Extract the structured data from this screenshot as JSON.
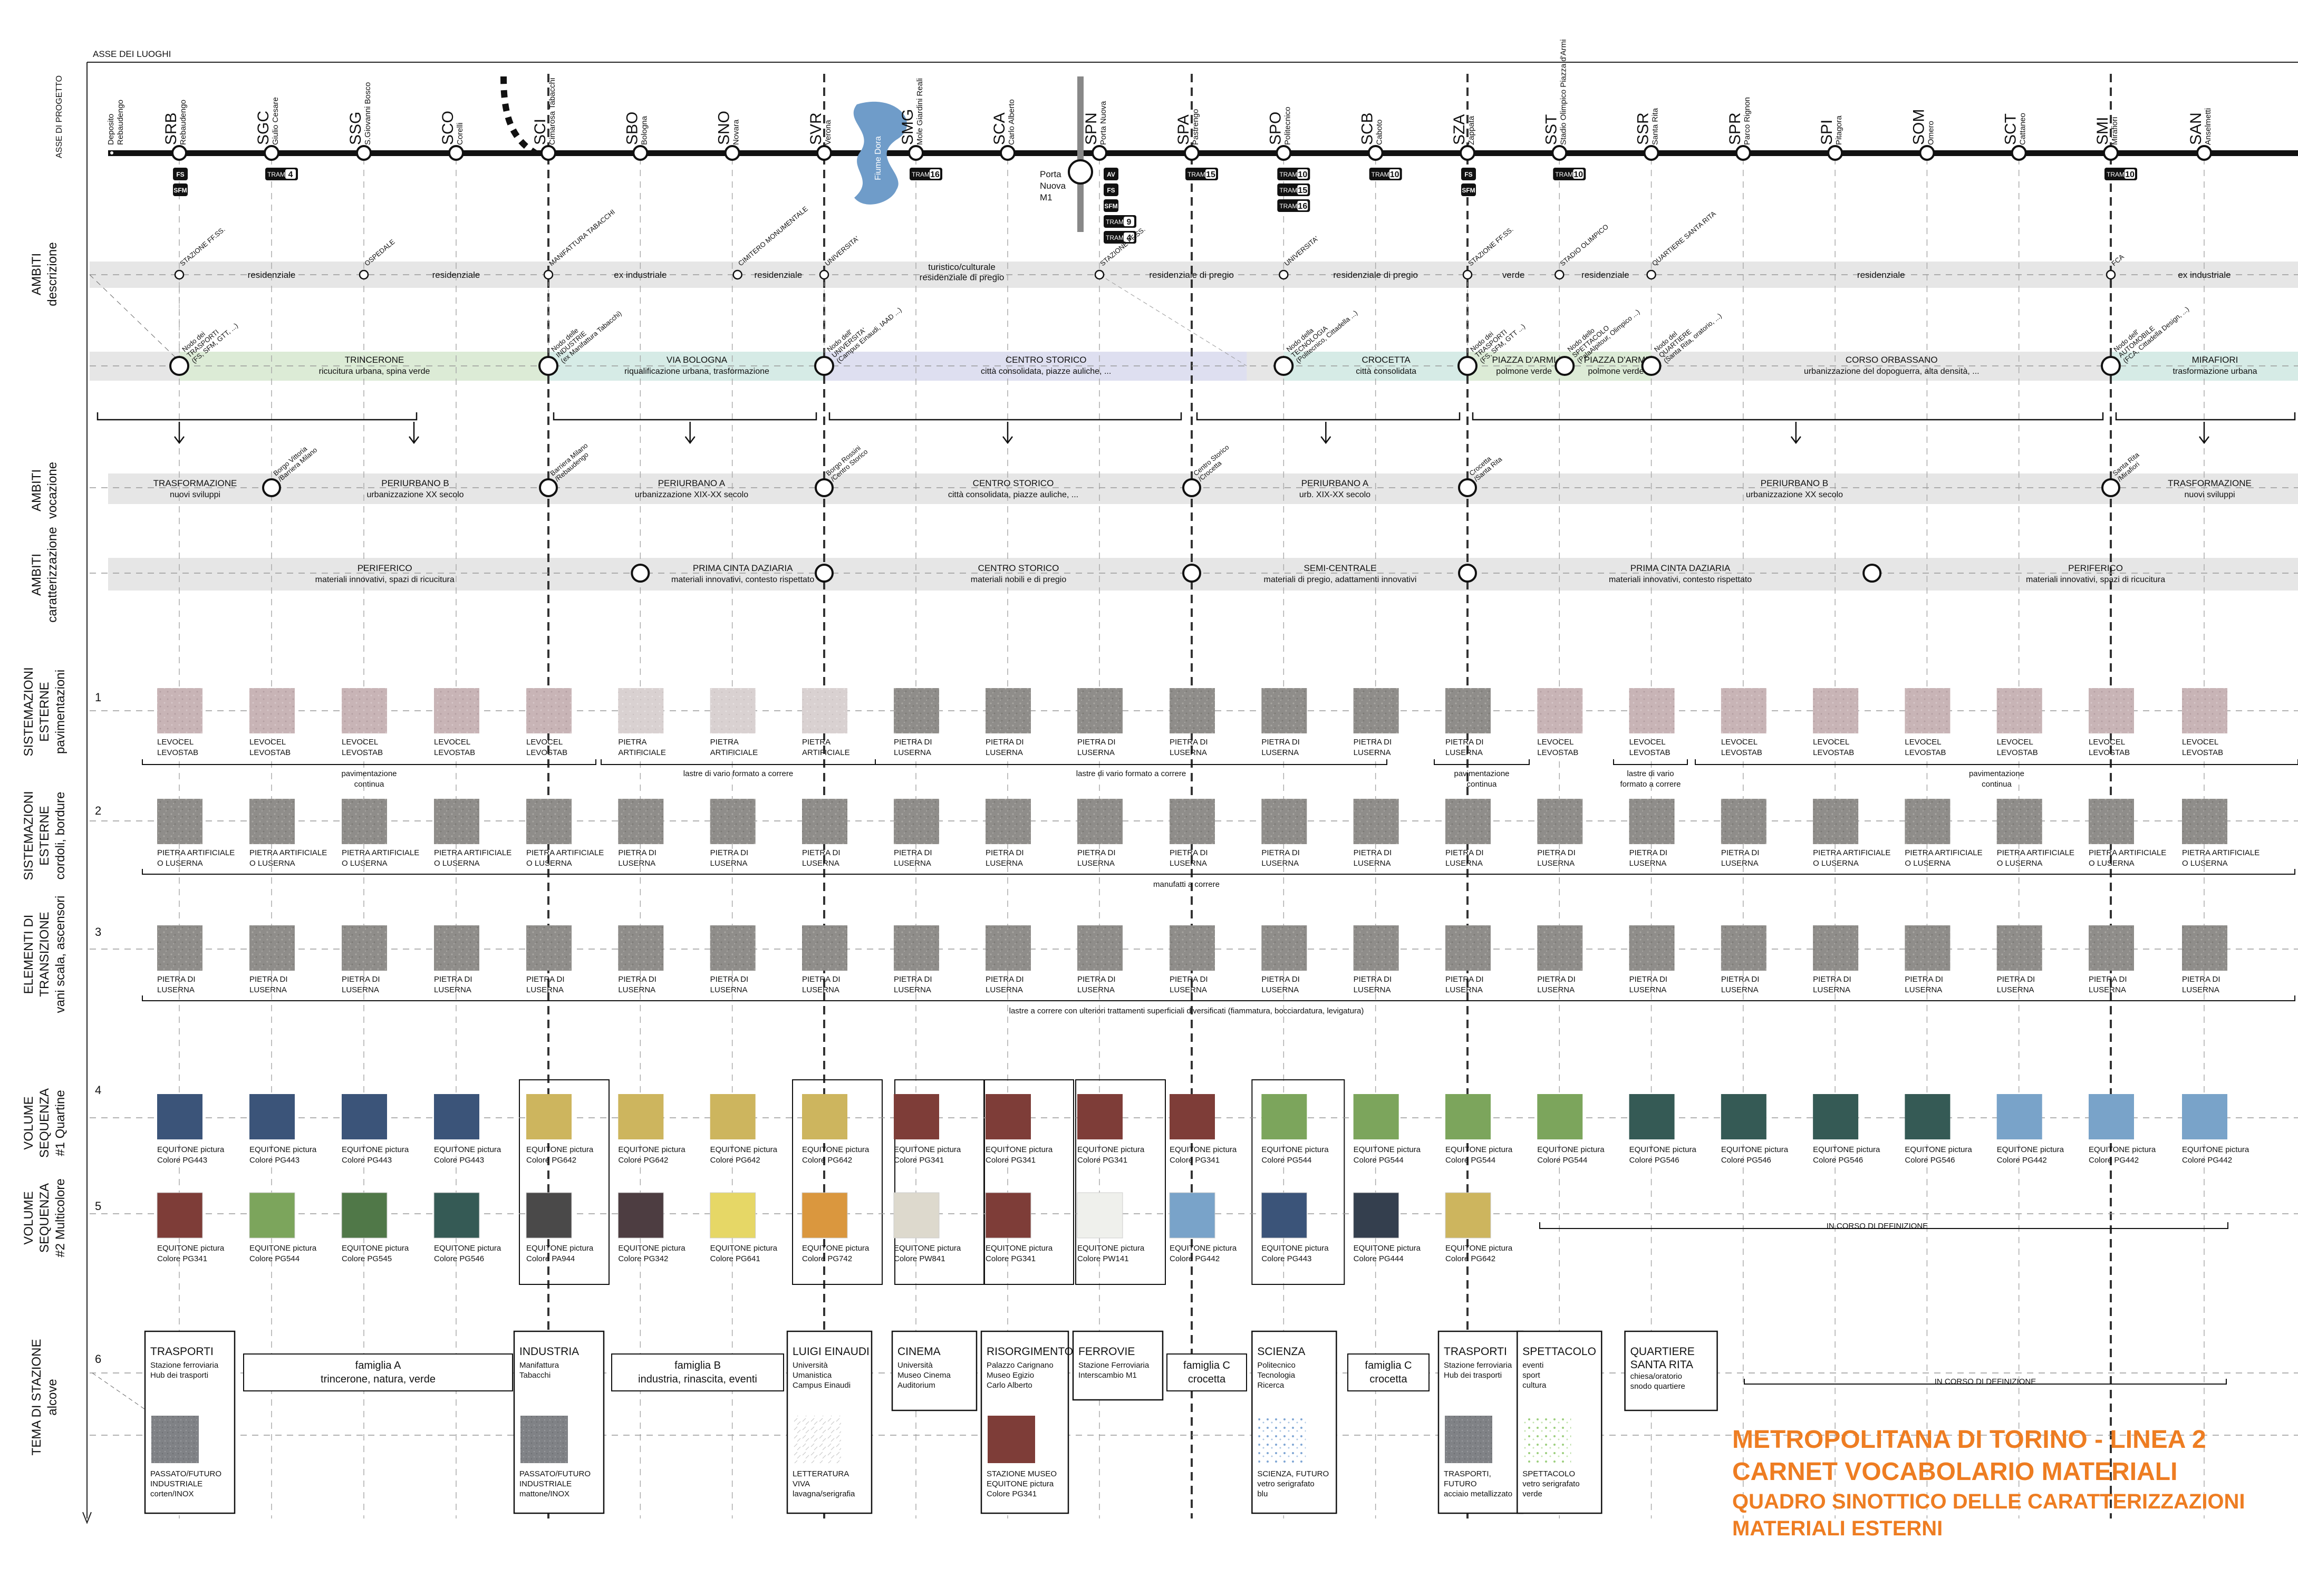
{
  "header_label": "ASSE DEI LUOGHI",
  "axis_label": "ASSE DI PROGETTO",
  "depot": {
    "line1": "Deposito",
    "line2": "Rebaudengo"
  },
  "stations": [
    {
      "code": "SRB",
      "name": "Rebaudengo"
    },
    {
      "code": "SGC",
      "name": "Giulio Cesare"
    },
    {
      "code": "SSG",
      "name": "S.Giovanni Bosco"
    },
    {
      "code": "SCO",
      "name": "Corelli"
    },
    {
      "code": "SCI",
      "name": "Cimarosa Tabacchi"
    },
    {
      "code": "SBO",
      "name": "Bologna"
    },
    {
      "code": "SNO",
      "name": "Novara"
    },
    {
      "code": "SVR",
      "name": "Verona"
    },
    {
      "code": "SMG",
      "name": "Mole Giardini Reali"
    },
    {
      "code": "SCA",
      "name": "Carlo Alberto"
    },
    {
      "code": "SPN",
      "name": "Porta Nuova"
    },
    {
      "code": "SPA",
      "name": "Pastrengo"
    },
    {
      "code": "SPO",
      "name": "Politecnico"
    },
    {
      "code": "SCB",
      "name": "Caboto"
    },
    {
      "code": "SZA",
      "name": "Zappata"
    },
    {
      "code": "SST",
      "name": "Stadio Olimpico Piazza d'Armi"
    },
    {
      "code": "SSR",
      "name": "Santa Rita"
    },
    {
      "code": "SPR",
      "name": "Parco Rignon"
    },
    {
      "code": "SPI",
      "name": "Pitagora"
    },
    {
      "code": "SOM",
      "name": "Omero"
    },
    {
      "code": "SCT",
      "name": "Cattaneo"
    },
    {
      "code": "SMI",
      "name": "Mirafiori"
    },
    {
      "code": "SAN",
      "name": "Anselmetti"
    }
  ],
  "river_label": "Fiume Dora",
  "porta_nuova_m1": "Porta\nNuova\nM1",
  "badges": [
    {
      "station": 0,
      "items": [
        "FS",
        "SFM"
      ]
    },
    {
      "station": 1,
      "items": [
        "TRAM 4"
      ]
    },
    {
      "station": 8,
      "items": [
        "TRAM 16"
      ]
    },
    {
      "station": 10,
      "items": [
        "AV",
        "FS",
        "SFM",
        "TRAM 9",
        "TRAM 4"
      ]
    },
    {
      "station": 11,
      "items": [
        "TRAM 15"
      ]
    },
    {
      "station": 12,
      "items": [
        "TRAM 10",
        "TRAM 15",
        "TRAM 16"
      ]
    },
    {
      "station": 13,
      "items": [
        "TRAM 10"
      ]
    },
    {
      "station": 14,
      "items": [
        "FS",
        "SFM"
      ]
    },
    {
      "station": 15,
      "items": [
        "TRAM 10"
      ]
    },
    {
      "station": 21,
      "items": [
        "TRAM 10"
      ]
    }
  ],
  "row_labels": {
    "ambiti_descrizione": [
      "AMBITI",
      "descrizione"
    ],
    "ambiti_vocazione": [
      "AMBITI",
      "vocazione"
    ],
    "ambiti_caratterizzazione": [
      "AMBITI",
      "caratterizzazione"
    ],
    "sist_pav": [
      "SISTEMAZIONI",
      "ESTERNE",
      "pavimentazioni"
    ],
    "sist_cord": [
      "SISTEMAZIONI",
      "ESTERNE",
      "cordoli, bordure"
    ],
    "elementi": [
      "ELEMENTI DI",
      "TRANSIZIONE",
      "vani scala, ascensori"
    ],
    "vol1": [
      "VOLUME",
      "SEQUENZA",
      "#1 Quartine"
    ],
    "vol2": [
      "VOLUME",
      "SEQUENZA",
      "#2 Multicolore"
    ],
    "tema": [
      "TEMA DI STAZIONE",
      "alcove"
    ]
  },
  "row_numbers": [
    "1",
    "2",
    "3",
    "4",
    "5",
    "6"
  ],
  "descr_points": [
    "STAZIONE FF.SS.",
    "OSPEDALE",
    "MANIFATTURA TABACCHI",
    "CIMITERO MONUMENTALE",
    "UNIVERSITA'",
    "STAZIONE FF.SS.",
    "UNIVERSITA'",
    "STAZIONE FF.SS.",
    "STADIO OLIMPICO",
    "QUARTIERE SANTA RITA",
    "FCA"
  ],
  "descr_segments": [
    "residenziale",
    "residenziale",
    "ex industriale",
    "residenziale",
    "turistico/culturale\nresidenziale di pregio",
    "residenziale di pregio",
    "residenziale di pregio",
    "verde",
    "residenziale",
    "residenziale",
    "ex industriale"
  ],
  "nodes": [
    {
      "label": "Nodo dei TRASPORTI (FS, SFM, GTT, ...)"
    },
    {
      "label": "Nodo delle INDUSTRIE (ex Manifattura Tabacchi)"
    },
    {
      "label": "Nodo dell' UNIVERSITA' (Campus Einaudi, IAAD ...)"
    },
    {
      "label": "Nodo della TECNOLOGIA (Politecnico, Cittadella ...)"
    },
    {
      "label": "Nodo dei TRASPORTI (FS, SFM, GTT ...)"
    },
    {
      "label": "Nodo dello SPETTACOLO (PalaAlpitour, Olimpico ...)"
    },
    {
      "label": "Nodo del QUARTIERE (Santa Rita, oratorio, ...)"
    },
    {
      "label": "Nodo dell' AUTOMOBILE (FCA, Cittadella Design, ...)"
    }
  ],
  "districts": [
    {
      "name": "TRINCERONE",
      "desc": "ricucitura urbana, spina verde"
    },
    {
      "name": "VIA BOLOGNA",
      "desc": "riqualificazione urbana, trasformazione"
    },
    {
      "name": "CENTRO STORICO",
      "desc": "città consolidata, piazze auliche, ..."
    },
    {
      "name": "CROCETTA",
      "desc": "città consolidata"
    },
    {
      "name": "PIAZZA D'ARMI",
      "desc": "polmone verde"
    },
    {
      "name": "PIAZZA D'ARMI",
      "desc": "polmone verde"
    },
    {
      "name": "CORSO ORBASSANO",
      "desc": "urbanizzazione del dopoguerra, alta densità, ..."
    },
    {
      "name": "MIRAFIORI",
      "desc": "trasformazione urbana"
    }
  ],
  "vocazione_points": [
    "Borgo Vittoria /Barriera Milano",
    "Barriera Milano /Rebaudengo",
    "Borgo Rossini /Centro Storico",
    "Centro Storico /Crocetta",
    "Crocetta /Santa Rita",
    "Santa Rita /Mirafiori"
  ],
  "vocazione": [
    {
      "name": "TRASFORMAZIONE",
      "desc": "nuovi sviluppi"
    },
    {
      "name": "PERIURBANO B",
      "desc": "urbanizzazione XX secolo"
    },
    {
      "name": "PERIURBANO A",
      "desc": "urbanizzazione XIX-XX secolo"
    },
    {
      "name": "CENTRO STORICO",
      "desc": "città consolidata, piazze auliche, ..."
    },
    {
      "name": "PERIURBANO A",
      "desc": "urb. XIX-XX secolo"
    },
    {
      "name": "PERIURBANO B",
      "desc": "urbanizzazione XX secolo"
    },
    {
      "name": "TRASFORMAZIONE",
      "desc": "nuovi sviluppi"
    }
  ],
  "caratterizzazione": [
    {
      "name": "PERIFERICO",
      "desc": "materiali innovativi, spazi di ricucitura"
    },
    {
      "name": "PRIMA CINTA DAZIARIA",
      "desc": "materiali innovativi, contesto rispettato"
    },
    {
      "name": "CENTRO STORICO",
      "desc": "materiali nobili e di pregio"
    },
    {
      "name": "SEMI-CENTRALE",
      "desc": "materiali di pregio, adattamenti innovativi"
    },
    {
      "name": "PRIMA CINTA DAZIARIA",
      "desc": "materiali innovativi, contesto rispettato"
    },
    {
      "name": "PERIFERICO",
      "desc": "materiali innovativi, spazi di ricucitura"
    }
  ],
  "pav_materials": [
    "LEVOCEL\nLEVOSTAB",
    "LEVOCEL\nLEVOSTAB",
    "LEVOCEL\nLEVOSTAB",
    "LEVOCEL\nLEVOSTAB",
    "LEVOCEL\nLEVOSTAB",
    "PIETRA\nARTIFICIALE",
    "PIETRA\nARTIFICIALE",
    "PIETRA\nARTIFICIALE",
    "PIETRA DI\nLUSERNA",
    "PIETRA DI\nLUSERNA",
    "PIETRA DI\nLUSERNA",
    "PIETRA DI\nLUSERNA",
    "PIETRA DI\nLUSERNA",
    "PIETRA DI\nLUSERNA",
    "PIETRA DI\nLUSERNA",
    "LEVOCEL\nLEVOSTAB",
    "LEVOCEL\nLEVOSTAB",
    "LEVOCEL\nLEVOSTAB",
    "LEVOCEL\nLEVOSTAB",
    "LEVOCEL\nLEVOSTAB",
    "LEVOCEL\nLEVOSTAB",
    "LEVOCEL\nLEVOSTAB",
    "LEVOCEL\nLEVOSTAB"
  ],
  "pav_groups": [
    "pavimentazione\ncontinua",
    "lastre di vario formato a correre",
    "lastre di vario formato a correre",
    "pavimentazione\ncontinua",
    "lastre di vario\nformato a correre",
    "pavimentazione\ncontinua"
  ],
  "cord_materials": [
    "PIETRA ARTIFICIALE\nO LUSERNA",
    "PIETRA ARTIFICIALE\nO LUSERNA",
    "PIETRA ARTIFICIALE\nO LUSERNA",
    "PIETRA ARTIFICIALE\nO LUSERNA",
    "PIETRA ARTIFICIALE\nO LUSERNA",
    "PIETRA DI\nLUSERNA",
    "PIETRA DI\nLUSERNA",
    "PIETRA DI\nLUSERNA",
    "PIETRA DI\nLUSERNA",
    "PIETRA DI\nLUSERNA",
    "PIETRA DI\nLUSERNA",
    "PIETRA DI\nLUSERNA",
    "PIETRA DI\nLUSERNA",
    "PIETRA DI\nLUSERNA",
    "PIETRA DI\nLUSERNA",
    "PIETRA DI\nLUSERNA",
    "PIETRA DI\nLUSERNA",
    "PIETRA DI\nLUSERNA",
    "PIETRA ARTIFICIALE\nO LUSERNA",
    "PIETRA ARTIFICIALE\nO LUSERNA",
    "PIETRA ARTIFICIALE\nO LUSERNA",
    "PIETRA ARTIFICIALE\nO LUSERNA",
    "PIETRA ARTIFICIALE\nO LUSERNA"
  ],
  "cord_group": "manufatti a correre",
  "elem_material": "PIETRA DI\nLUSERNA",
  "elem_group": "lastre a correre con ulteriori trattamenti superficiali diversificati (fiammatura, bocciardatura, levigatura)",
  "vol1_colors": [
    {
      "label": "EQUITONE pictura\nColore PG443",
      "hex": "#3b5479"
    },
    {
      "label": "EQUITONE pictura\nColore PG443",
      "hex": "#3b5479"
    },
    {
      "label": "EQUITONE pictura\nColore PG443",
      "hex": "#3b5479"
    },
    {
      "label": "EQUITONE pictura\nColore PG443",
      "hex": "#3b5479"
    },
    {
      "label": "EQUITONE pictura\nColore PG642",
      "hex": "#cdb55e"
    },
    {
      "label": "EQUITONE pictura\nColore PG642",
      "hex": "#cdb55e"
    },
    {
      "label": "EQUITONE pictura\nColore PG642",
      "hex": "#cdb55e"
    },
    {
      "label": "EQUITONE pictura\nColore PG642",
      "hex": "#cdb55e"
    },
    {
      "label": "EQUITONE pictura\nColore PG341",
      "hex": "#7e3d38"
    },
    {
      "label": "EQUITONE pictura\nColore PG341",
      "hex": "#7e3d38"
    },
    {
      "label": "EQUITONE pictura\nColore PG341",
      "hex": "#7e3d38"
    },
    {
      "label": "EQUITONE pictura\nColore PG341",
      "hex": "#7e3d38"
    },
    {
      "label": "EQUITONE pictura\nColore PG544",
      "hex": "#7ca55c"
    },
    {
      "label": "EQUITONE pictura\nColore PG544",
      "hex": "#7ca55c"
    },
    {
      "label": "EQUITONE pictura\nColore PG544",
      "hex": "#7ca55c"
    },
    {
      "label": "EQUITONE pictura\nColore PG544",
      "hex": "#7ca55c"
    },
    {
      "label": "EQUITONE pictura\nColore PG546",
      "hex": "#355a55"
    },
    {
      "label": "EQUITONE pictura\nColore PG546",
      "hex": "#355a55"
    },
    {
      "label": "EQUITONE pictura\nColore PG546",
      "hex": "#355a55"
    },
    {
      "label": "EQUITONE pictura\nColore PG546",
      "hex": "#355a55"
    },
    {
      "label": "EQUITONE pictura\nColore PG442",
      "hex": "#79a3c9"
    },
    {
      "label": "EQUITONE pictura\nColore PG442",
      "hex": "#79a3c9"
    },
    {
      "label": "EQUITONE pictura\nColore PG442",
      "hex": "#79a3c9"
    }
  ],
  "vol2_colors": [
    {
      "label": "EQUITONE pictura\nColore PG341",
      "hex": "#7e3d38"
    },
    {
      "label": "EQUITONE pictura\nColore PG544",
      "hex": "#7ca55c"
    },
    {
      "label": "EQUITONE pictura\nColore PG545",
      "hex": "#507848"
    },
    {
      "label": "EQUITONE pictura\nColore PG546",
      "hex": "#355a55"
    },
    {
      "label": "EQUITONE pictura\nColore PA944",
      "hex": "#4a4949"
    },
    {
      "label": "EQUITONE pictura\nColore PG342",
      "hex": "#4d3d41"
    },
    {
      "label": "EQUITONE pictura\nColore PG641",
      "hex": "#e6d766"
    },
    {
      "label": "EQUITONE pictura\nColore PG742",
      "hex": "#da973e"
    },
    {
      "label": "EQUITONE pictura\nColore PW841",
      "hex": "#ddd9cd"
    },
    {
      "label": "EQUITONE pictura\nColore PG341",
      "hex": "#7e3d38"
    },
    {
      "label": "EQUITONE pictura\nColore PW141",
      "hex": "#eff0ec"
    },
    {
      "label": "EQUITONE pictura\nColore PG442",
      "hex": "#79a3c9"
    },
    {
      "label": "EQUITONE pictura\nColore PG443",
      "hex": "#3b5479"
    },
    {
      "label": "EQUITONE pictura\nColore PG444",
      "hex": "#343f4e"
    },
    {
      "label": "EQUITONE pictura\nColore PG642",
      "hex": "#cdb55e"
    }
  ],
  "in_corso": "IN CORSO DI DEFINIZIONE",
  "themes": [
    {
      "title": "TRASPORTI",
      "sub": "Stazione ferroviaria\nHub dei trasporti",
      "bottom": "PASSATO/FUTURO\nINDUSTRIALE\ncorten/INOX"
    },
    {
      "title": "INDUSTRIA",
      "sub": "Manifattura\nTabacchi",
      "bottom": "PASSATO/FUTURO\nINDUSTRIALE\nmattone/INOX"
    },
    {
      "title": "LUIGI EINAUDI",
      "sub": "Università\nUmanistica\nCampus Einaudi",
      "bottom": "LETTERATURA\nVIVA\nlavagna/serigrafia"
    },
    {
      "title": "CINEMA",
      "sub": "Università\nMuseo Cinema\nAuditorium",
      "bottom": ""
    },
    {
      "title": "RISORGIMENTO",
      "sub": "Palazzo Carignano\nMuseo Egizio\nCarlo Alberto",
      "bottom": "STAZIONE MUSEO\nEQUITONE pictura\nColore PG341"
    },
    {
      "title": "FERROVIE",
      "sub": "Stazione Ferroviaria\nInterscambio M1",
      "bottom": ""
    },
    {
      "title": "SCIENZA",
      "sub": "Politecnico\nTecnologia\nRicerca",
      "bottom": "SCIENZA, FUTURO\nvetro serigrafato\nblu"
    },
    {
      "title": "TRASPORTI",
      "sub": "Stazione ferroviaria\nHub dei trasporti",
      "bottom": "TRASPORTI,\nFUTURO\nacciaio metallizzato"
    },
    {
      "title": "SPETTACOLO",
      "sub": "eventi\nsport\ncultura",
      "bottom": "SPETTACOLO\nvetro serigrafato\nverde"
    },
    {
      "title": "QUARTIERE\nSANTA RITA",
      "sub": "chiesa/oratorio\nsnodo quartiere",
      "bottom": ""
    }
  ],
  "families": [
    {
      "name": "famiglia A",
      "desc": "trincerone, natura, verde"
    },
    {
      "name": "famiglia B",
      "desc": "industria, rinascita, eventi"
    },
    {
      "name": "famiglia C",
      "desc": "crocetta"
    },
    {
      "name": "famiglia C",
      "desc": "crocetta"
    }
  ],
  "title": {
    "line1": "METROPOLITANA DI TORINO - LINEA 2",
    "line2": "CARNET VOCABOLARIO MATERIALI",
    "line3": "QUADRO SINOTTICO DELLE CARATTERIZZAZIONI",
    "line4": "MATERIALI ESTERNI"
  },
  "colors": {
    "title_orange": "#ee7d22",
    "band_grey": "#e6e6e6",
    "band_green": "#dcebd6",
    "band_lilac": "#dedff0",
    "band_teal": "#d6ebe6",
    "river_blue": "#6f9cc9",
    "levocel": "#c8b4b6",
    "pietra_artificiale": "#d9d1d1",
    "luserna": "#8f8d8a",
    "metal_grey": "#808286"
  }
}
